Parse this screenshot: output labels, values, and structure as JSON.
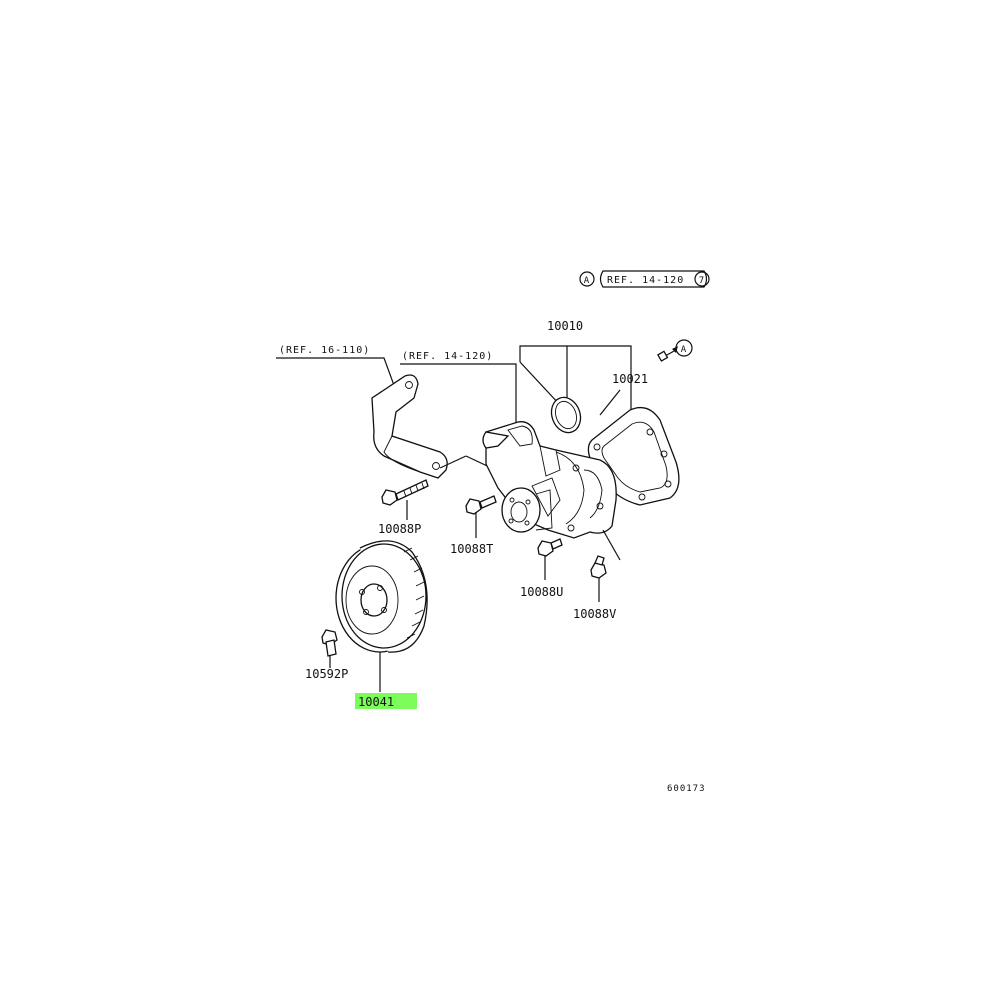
{
  "ref_top_right": {
    "marker": "A",
    "text": "REF. 14-120",
    "suffix": "7"
  },
  "ref_bracket": "(REF. 16-110)",
  "ref_pump": "(REF. 14-120)",
  "marker_bolt": "A",
  "parts": {
    "p10010": "10010",
    "p10021": "10021",
    "p10088P": "10088P",
    "p10088T": "10088T",
    "p10088U": "10088U",
    "p10088V": "10088V",
    "p10592P": "10592P",
    "p10041": "10041"
  },
  "highlight_color": "#7CFC5A",
  "diagram_id": "600173"
}
